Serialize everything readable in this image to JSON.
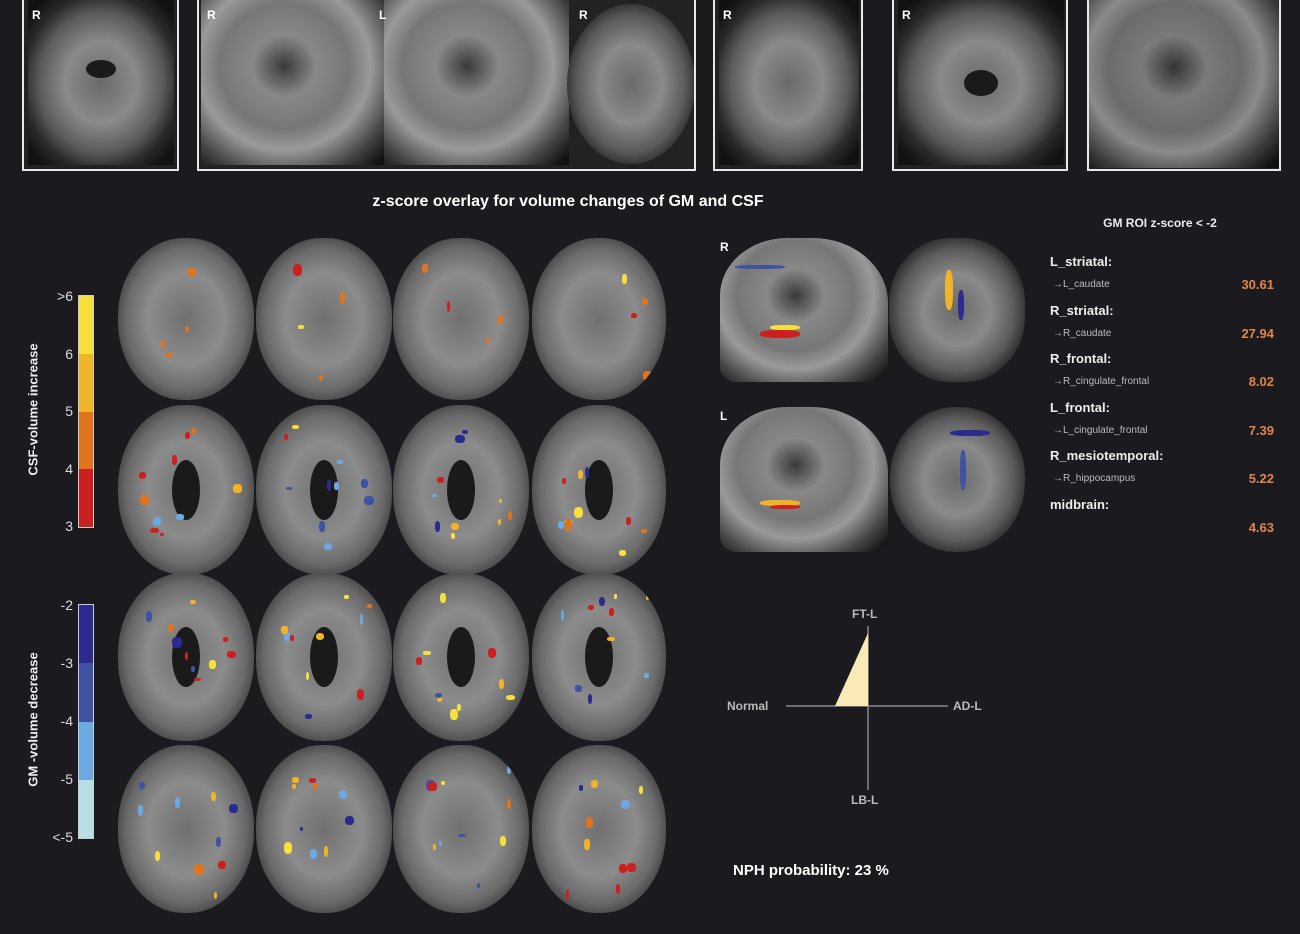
{
  "top_strip": {
    "labels": [
      "R",
      "R",
      "L",
      "R",
      "R",
      "R"
    ]
  },
  "title": "z-score overlay for volume changes of GM and CSF",
  "colorbars": {
    "csf": {
      "label": "CSF-volume increase",
      "ticks": [
        ">6",
        "6",
        "5",
        "4",
        "3"
      ],
      "colors": [
        "#f7e03c",
        "#f0b428",
        "#e0741e",
        "#cc2020"
      ]
    },
    "gm": {
      "label": "GM -volume decrease",
      "ticks": [
        "-2",
        "-3",
        "-4",
        "-5",
        "<-5"
      ],
      "colors": [
        "#2c2a8c",
        "#4052a2",
        "#6ca8e2",
        "#b8dfe3"
      ]
    }
  },
  "right_panel": {
    "labels": [
      "R",
      "L"
    ]
  },
  "roi": {
    "title": "GM ROI z-score < -2",
    "groups": [
      {
        "name": "L_striatal:",
        "sub": "→L_caudate",
        "value": "30.61"
      },
      {
        "name": "R_striatal:",
        "sub": "→R_caudate",
        "value": "27.94"
      },
      {
        "name": "R_frontal:",
        "sub": "→R_cingulate_frontal",
        "value": "8.02"
      },
      {
        "name": "L_frontal:",
        "sub": "→L_cingulate_frontal",
        "value": "7.39"
      },
      {
        "name": "R_mesiotemporal:",
        "sub": "→R_hippocampus",
        "value": "5.22"
      },
      {
        "name": "midbrain:",
        "sub": "",
        "value": "4.63"
      }
    ]
  },
  "diagnosis_plot": {
    "axes": {
      "top": "FT-L",
      "bottom": "LB-L",
      "left": "Normal",
      "right": "AD-L"
    },
    "fill_color": "#f9eab8"
  },
  "nph": "NPH probability: 23 %"
}
